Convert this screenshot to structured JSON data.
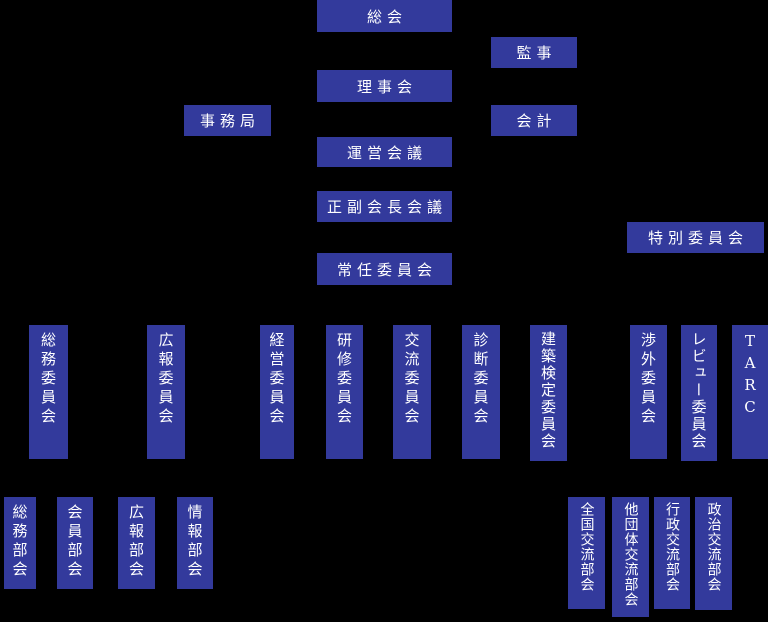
{
  "colors": {
    "background": "#000000",
    "box_blue": "#333a9c",
    "text_white": "#ffffff"
  },
  "nodes": {
    "general_assembly": {
      "label": "総会"
    },
    "auditor": {
      "label": "監事"
    },
    "board_of_directors": {
      "label": "理事会"
    },
    "secretariat": {
      "label": "事務局"
    },
    "accounting": {
      "label": "会計"
    },
    "management_meeting": {
      "label": "運営会議"
    },
    "president_vice_president_meeting": {
      "label": "正副会長会議"
    },
    "special_committee": {
      "label": "特別委員会"
    },
    "standing_committee": {
      "label": "常任委員会"
    },
    "committees": [
      {
        "label": "総務委員会"
      },
      {
        "label": "広報委員会"
      },
      {
        "label": "経営委員会"
      },
      {
        "label": "研修委員会"
      },
      {
        "label": "交流委員会"
      },
      {
        "label": "診断委員会"
      },
      {
        "label": "建築検定委員会"
      },
      {
        "label": "渉外委員会"
      },
      {
        "label": "レビュー委員会"
      },
      {
        "label": "TARC"
      }
    ],
    "subcommittees": [
      {
        "label": "総務部会"
      },
      {
        "label": "会員部会"
      },
      {
        "label": "広報部会"
      },
      {
        "label": "情報部会"
      },
      {
        "label": "全国交流部会"
      },
      {
        "label": "他団体交流部会"
      },
      {
        "label": "行政交流部会"
      },
      {
        "label": "政治交流部会"
      }
    ]
  }
}
